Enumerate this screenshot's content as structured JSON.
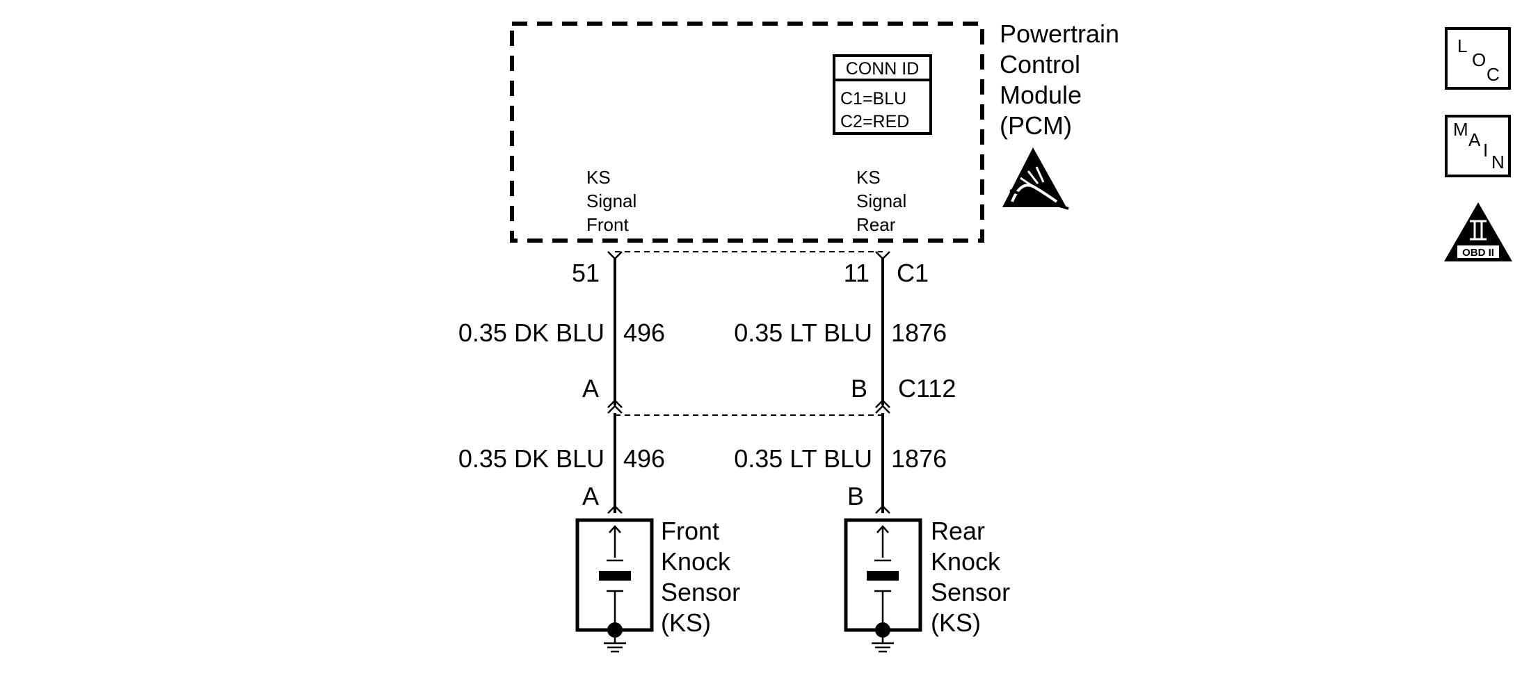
{
  "pcm": {
    "title_lines": [
      "Powertrain",
      "Control",
      "Module",
      "(PCM)"
    ],
    "conn_id": {
      "header": "CONN ID",
      "rows": [
        "C1=BLU",
        "C2=RED"
      ]
    },
    "pin_front_lines": [
      "KS",
      "Signal",
      "Front"
    ],
    "pin_rear_lines": [
      "KS",
      "Signal",
      "Rear"
    ]
  },
  "connector_c1": {
    "name": "C1",
    "pin_front": "51",
    "pin_rear": "11"
  },
  "connector_c112": {
    "name": "C112",
    "pin_front": "A",
    "pin_rear": "B"
  },
  "wires": {
    "front_upper": {
      "label": "0.35 DK BLU",
      "circuit": "496"
    },
    "rear_upper": {
      "label": "0.35 LT BLU",
      "circuit": "1876"
    },
    "front_lower": {
      "label": "0.35 DK BLU",
      "circuit": "496"
    },
    "rear_lower": {
      "label": "0.35 LT BLU",
      "circuit": "1876"
    }
  },
  "sensors": {
    "front": {
      "pin": "A",
      "name_lines": [
        "Front",
        "Knock",
        "Sensor",
        "(KS)"
      ]
    },
    "rear": {
      "pin": "B",
      "name_lines": [
        "Rear",
        "Knock",
        "Sensor",
        "(KS)"
      ]
    }
  },
  "side_icons": {
    "loc": [
      "L",
      "O",
      "C"
    ],
    "main": [
      "M",
      "A",
      "I",
      "N"
    ],
    "obd": {
      "numeral": "II",
      "label": "OBD II"
    }
  },
  "icons": [
    "esd-sensitive-icon",
    "location-icon",
    "main-icon",
    "obd-ii-icon",
    "ground-icon"
  ]
}
